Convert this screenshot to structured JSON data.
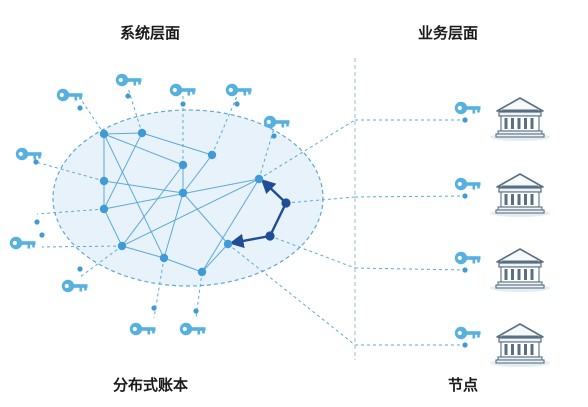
{
  "labels": {
    "system_layer": "系统层面",
    "business_layer": "业务层面",
    "distributed_ledger": "分布式账本",
    "node": "节点"
  },
  "colors": {
    "node": "#3f9ad6",
    "key": "#56b0e0",
    "line": "#5aaad8",
    "ellipse_fill": "#e8f2fa",
    "arrow": "#1f4e96",
    "divider": "#9bb8cc",
    "bank": "#5a6f80"
  },
  "icons": [
    "key-icon",
    "bank-building-icon"
  ]
}
